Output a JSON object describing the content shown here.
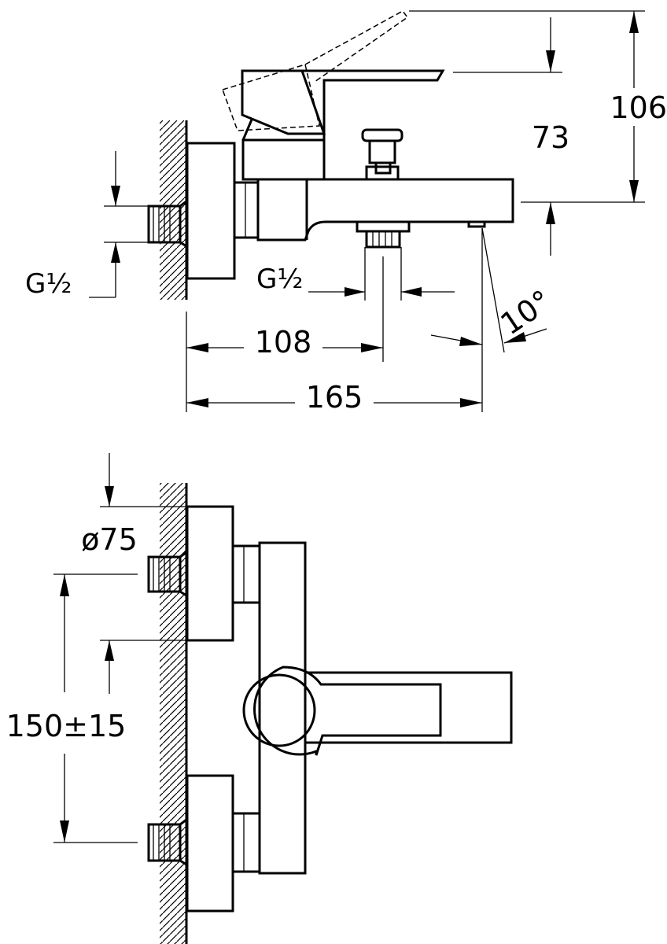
{
  "dimensions": {
    "height_total": "106",
    "height_spout": "73",
    "thread_inlet": "G½",
    "thread_outlet": "G½",
    "spout_angle": "10°",
    "depth_outlet": "108",
    "depth_total": "165",
    "flange_diameter": "ø75",
    "inlet_spacing": "150±15"
  },
  "colors": {
    "line": "#000000",
    "background": "#ffffff"
  }
}
